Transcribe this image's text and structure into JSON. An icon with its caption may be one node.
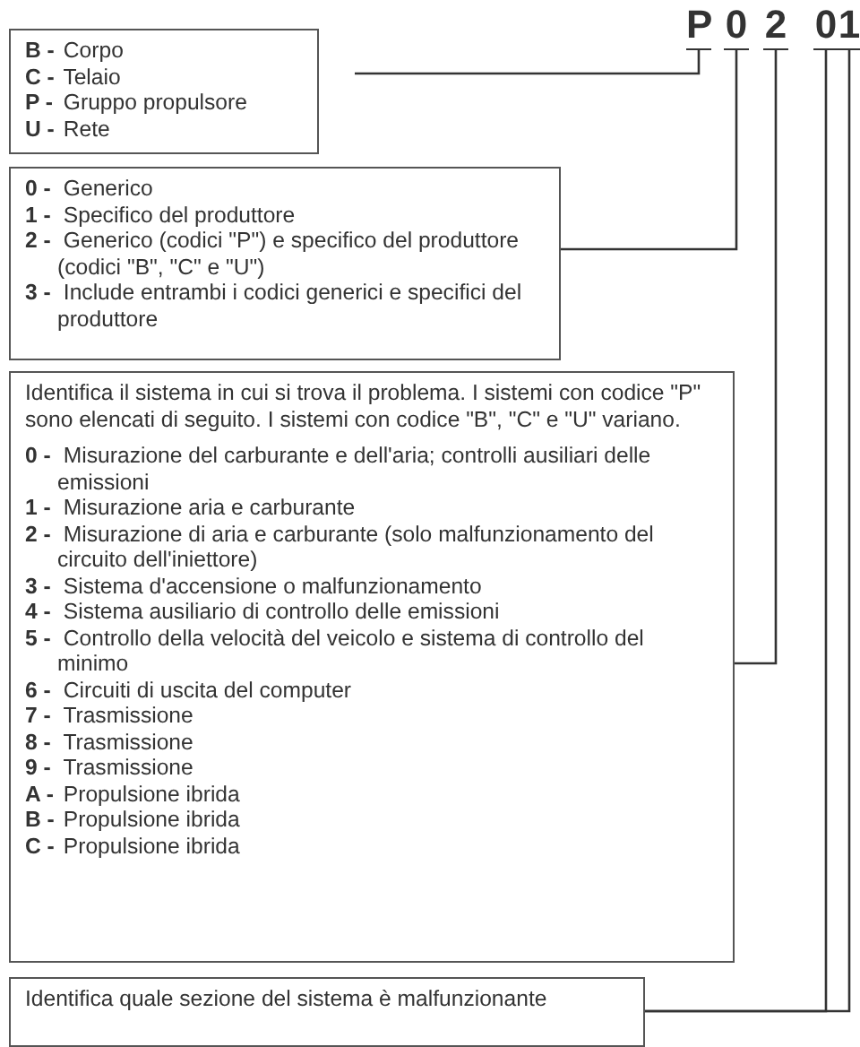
{
  "diagram": {
    "nodes": [
      {
        "text": [
          "**B -** Corpo",
          "**C -** Telaio",
          "**P -** Gruppo propulsore",
          "**U -** Rete"
        ]
      },
      {
        "text": [
          "**0 -** Generico",
          "**1 -** Specifico del produttore",
          "**2 -** Generico (codici \"P\") e specifico del produttore (codici \"B\", \"C\" e \"U\")",
          "**3 -** Include entrambi i codici generici e specifici del produttore"
        ]
      },
      {
        "text": [
          "Identifica il sistema in cui si trova il problema. I sistemi con codice \"P\" sono elencati di seguito. I sistemi con codice \"B\", \"C\" e \"U\" variano.",
          "**0 -** Misurazione del carburante e dell'aria; controlli ausiliari delle emissioni",
          "**1 -** Misurazione aria e carburante",
          "**2 -** Misurazione di aria e carburante (solo malfunzionamento del circuito dell'iniettore)",
          "**3 -** Sistema d'accensione o malfunzionamento",
          "**4 -** Sistema ausiliario di controllo delle emissioni",
          "**5 -** Controllo della velocità del veicolo e sistema di controllo del minimo",
          "**6 -** Circuiti di uscita del computer",
          "**7 -** Trasmissione",
          "**8 -** Trasmissione",
          "**9 -** Trasmissione",
          "**A -** Propulsione ibrida",
          "**B -** Propulsione ibrida",
          "**C -** Propulsione ibrida"
        ]
      },
      {
        "text": [
          "Identifica quale sezione del sistema è malfunzionante"
        ]
      },
      {
        "text": [
          "P"
        ]
      },
      {
        "text": [
          "0"
        ]
      },
      {
        "text": [
          "2"
        ]
      },
      {
        "text": [
          "0"
        ]
      },
      {
        "text": [
          "1"
        ]
      }
    ],
    "edges": [
      {
        "from": 0,
        "to": 4,
        "arrow": "none"
      },
      {
        "from": 1,
        "to": 5,
        "arrow": "none"
      },
      {
        "from": 2,
        "to": 6,
        "arrow": "none"
      },
      {
        "from": 3,
        "to": 7,
        "arrow": "none"
      },
      {
        "from": 3,
        "to": 8,
        "arrow": "none"
      }
    ]
  }
}
